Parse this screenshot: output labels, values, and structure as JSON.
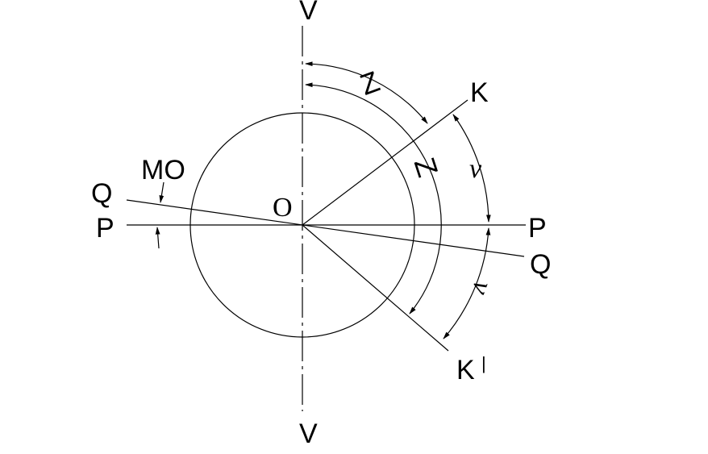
{
  "labels": {
    "v_top": "V",
    "v_bottom": "V",
    "k": "K",
    "k_prime": "K",
    "k_prime_mark": "|",
    "p_left": "P",
    "p_right": "P",
    "q_left": "Q",
    "q_right": "Q",
    "mo": "MO",
    "o": "O",
    "z_upper": "Z",
    "z_lower": "Z",
    "nu_upper": "ν",
    "nu_lower": "ν"
  },
  "colors": {
    "line": "#000000",
    "background": "#ffffff"
  }
}
